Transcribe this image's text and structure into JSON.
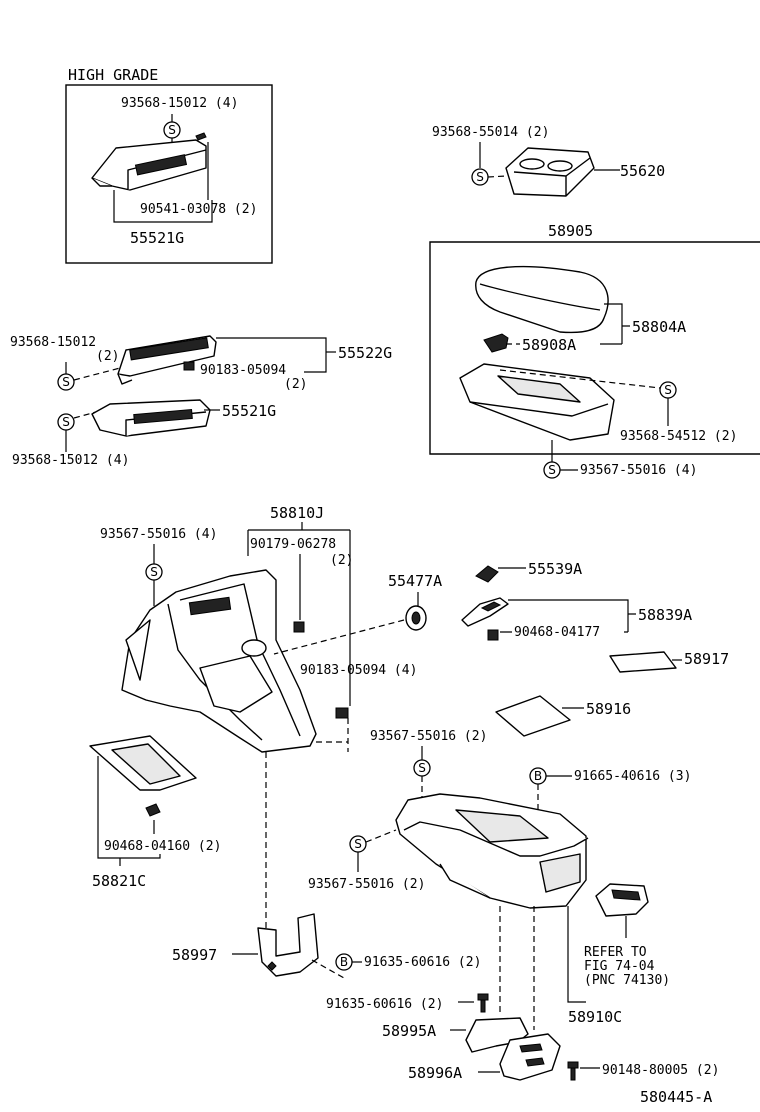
{
  "symbols": {
    "screw": "S",
    "bolt": "B"
  },
  "labels": {
    "high_grade": "HIGH GRADE",
    "p93568_15012_4_top": "93568-15012 (4)",
    "p90541_03078": "90541-03078 (2)",
    "p55521g_top": "55521G",
    "p93568_55014": "93568-55014 (2)",
    "p55620": "55620",
    "p58905": "58905",
    "p58804a": "58804A",
    "p58908a": "58908A",
    "p93568_54512": "93568-54512 (2)",
    "p93567_55016_a": "93567-55016 (4)",
    "p93568_15012_left": "93568-15012",
    "p93568_15012_left_qty": "(2)",
    "p90183_05094_mid": "90183-05094",
    "p90183_05094_mid_qty": "(2)",
    "p55522g": "55522G",
    "p55521g_mid": "55521G",
    "p93568_15012_4_bottom": "93568-15012 (4)",
    "p58810j": "58810J",
    "p93567_55016_b": "93567-55016 (4)",
    "p90179_06278": "90179-06278",
    "p90179_06278_qty": "(2)",
    "p90183_05094_4": "90183-05094 (4)",
    "p55477a": "55477A",
    "p55539a": "55539A",
    "p58839a": "58839A",
    "p90468_04177": "90468-04177",
    "p58917": "58917",
    "p58916": "58916",
    "p93567_55016_c": "93567-55016 (2)",
    "p91665_40616": "91665-40616 (3)",
    "p90468_04160": "90468-04160 (2)",
    "p58821c": "58821C",
    "p93567_55016_d": "93567-55016 (2)",
    "refer_1": "REFER TO",
    "refer_2": "FIG 74-04",
    "refer_3": "(PNC 74130)",
    "p58997": "58997",
    "p91635_60616_a": "91635-60616 (2)",
    "p91635_60616_b": "91635-60616 (2)",
    "p58995a": "58995A",
    "p58910c": "58910C",
    "p58996a": "58996A",
    "p90148_80005": "90148-80005 (2)",
    "diagram_id": "580445-A"
  }
}
